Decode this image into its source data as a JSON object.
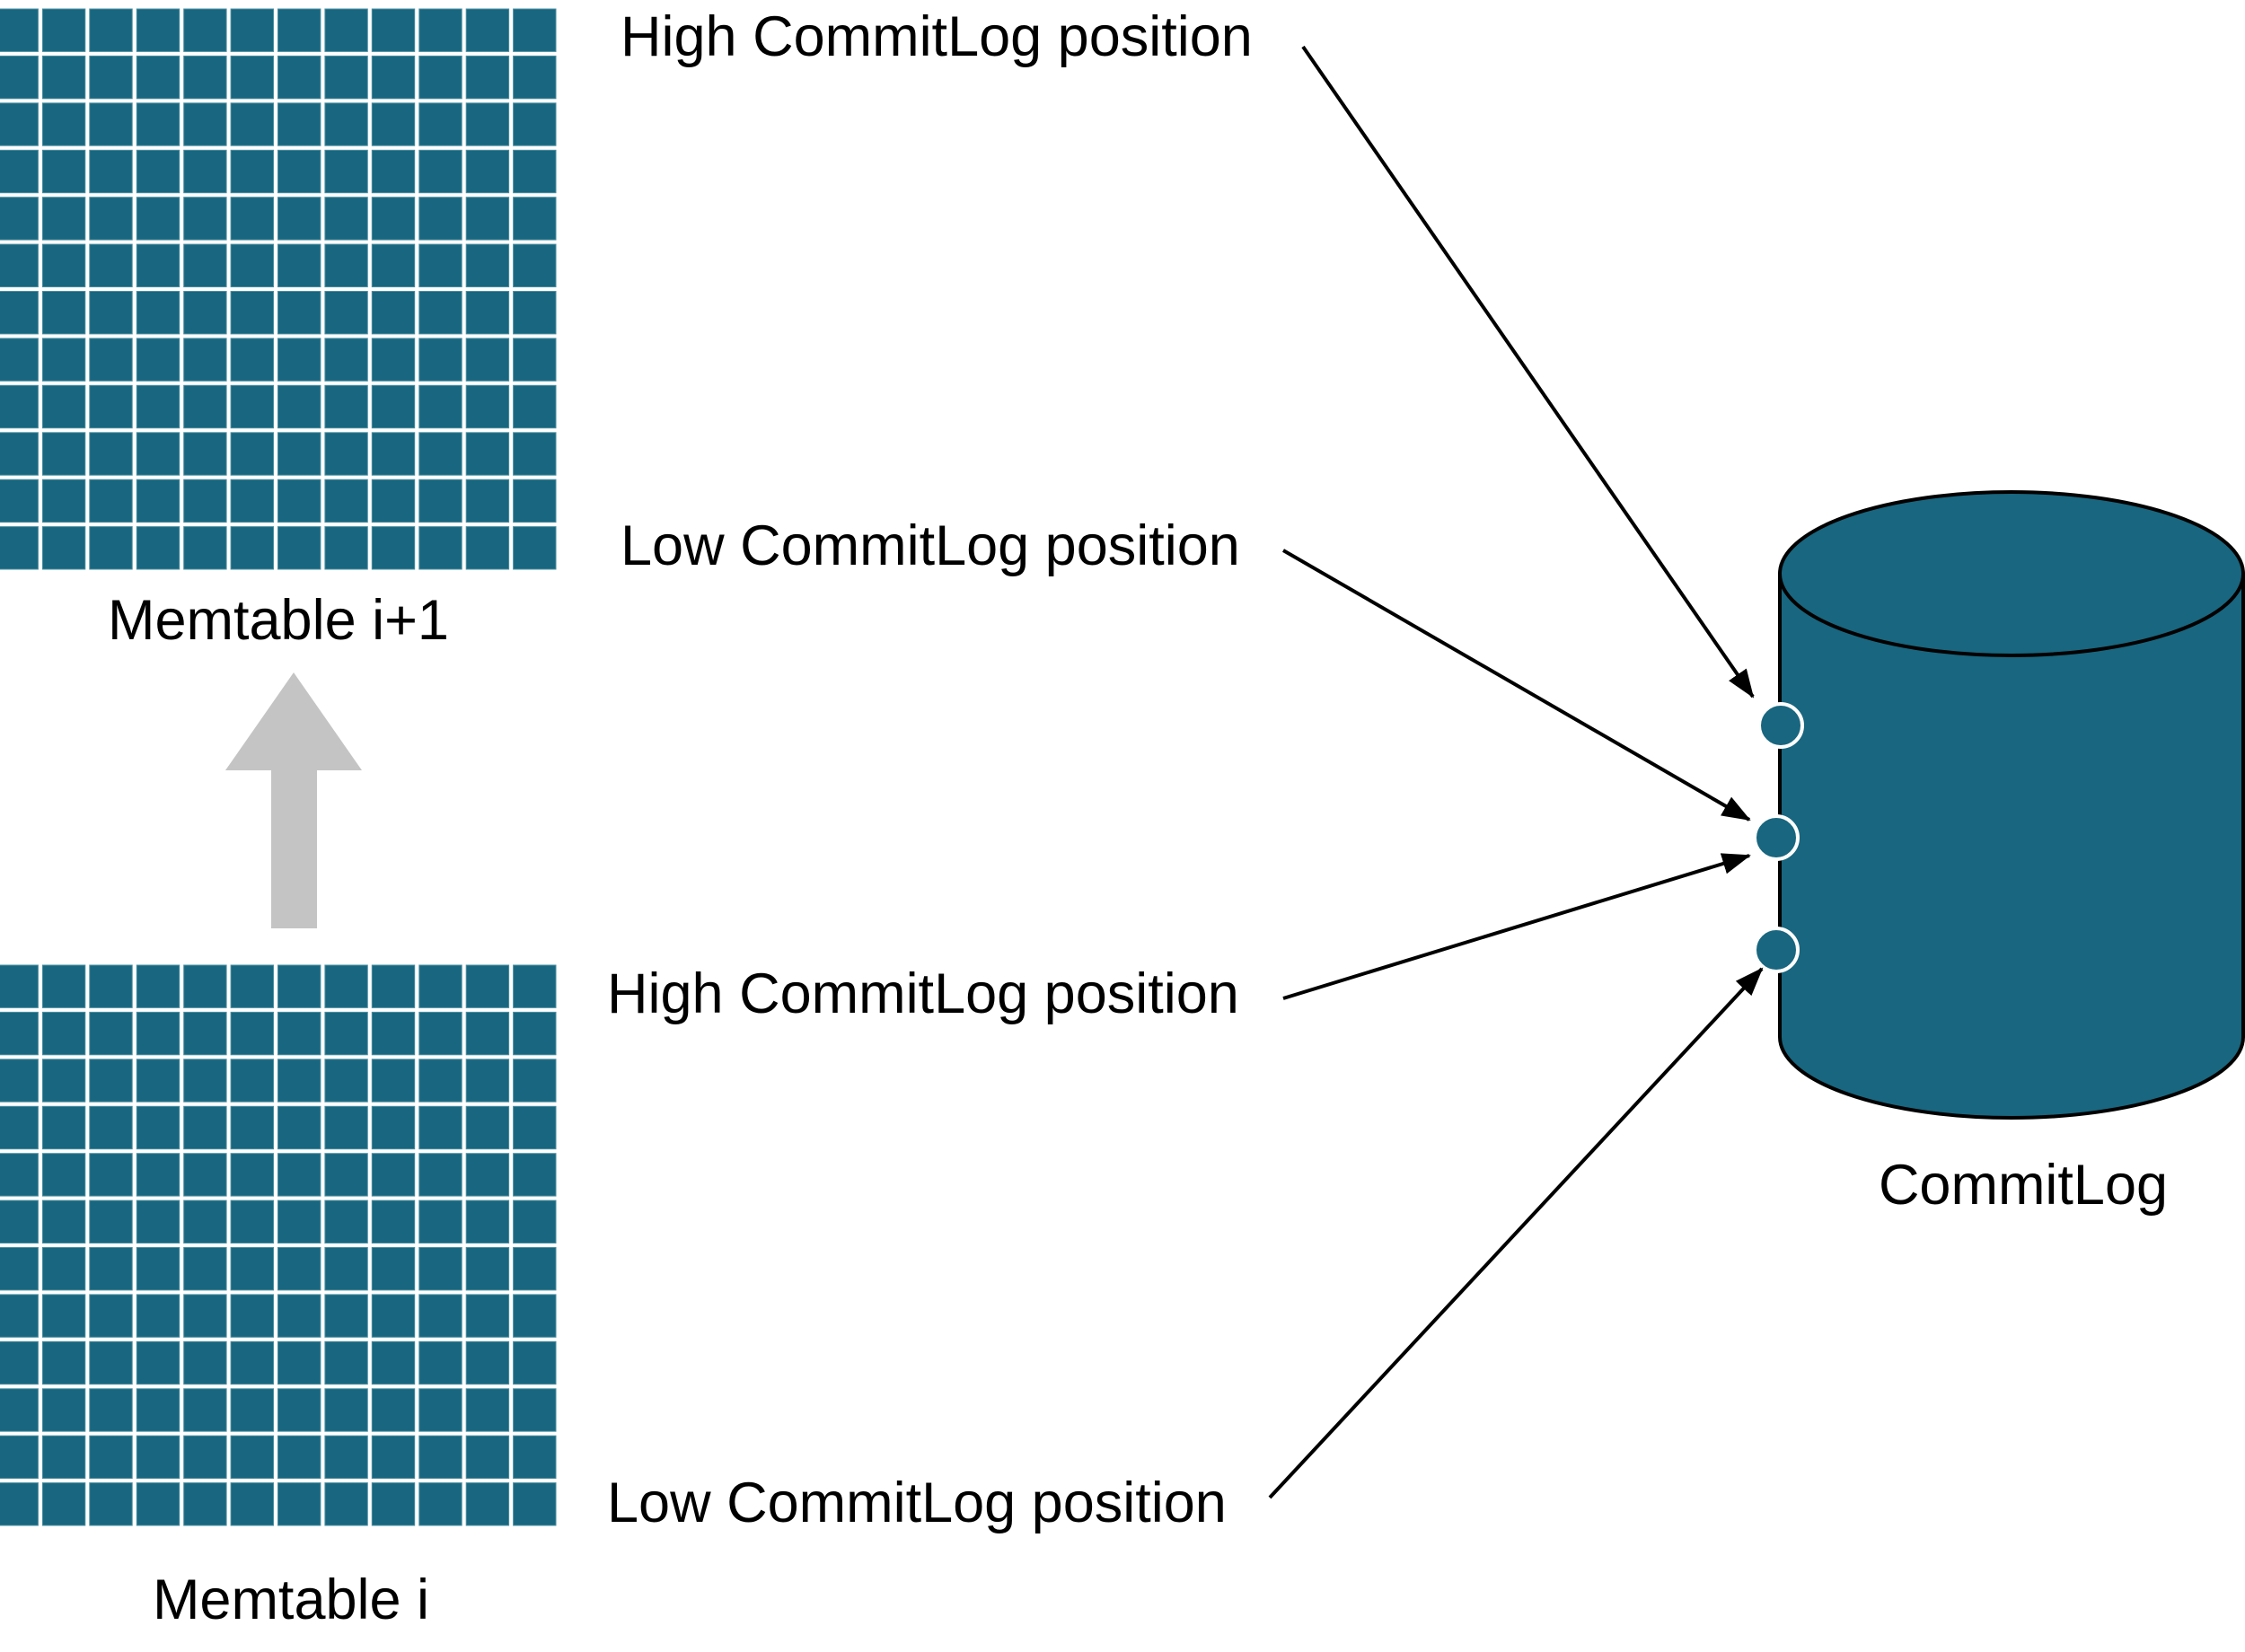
{
  "colors": {
    "teal": "#18667f",
    "cell_stroke": "#4a8ea0",
    "arrow_gray": "#c4c4c4",
    "line": "#000000",
    "background": "#ffffff"
  },
  "memtables": [
    {
      "id": "memtable-next",
      "label": "Memtable i+1",
      "rows": 12,
      "cols": 12
    },
    {
      "id": "memtable-current",
      "label": "Memtable i",
      "rows": 12,
      "cols": 12
    }
  ],
  "flush_arrow": {
    "icon": "up-arrow-icon",
    "direction": "up"
  },
  "position_labels": [
    {
      "text": "High CommitLog position",
      "memtable": "Memtable i+1",
      "kind": "high"
    },
    {
      "text": "Low CommitLog position",
      "memtable": "Memtable i+1",
      "kind": "low"
    },
    {
      "text": "High CommitLog position",
      "memtable": "Memtable i",
      "kind": "high"
    },
    {
      "text": "Low CommitLog position",
      "memtable": "Memtable i",
      "kind": "low"
    }
  ],
  "commitlog": {
    "label": "CommitLog",
    "icon": "database-cylinder-icon",
    "markers": 3
  }
}
